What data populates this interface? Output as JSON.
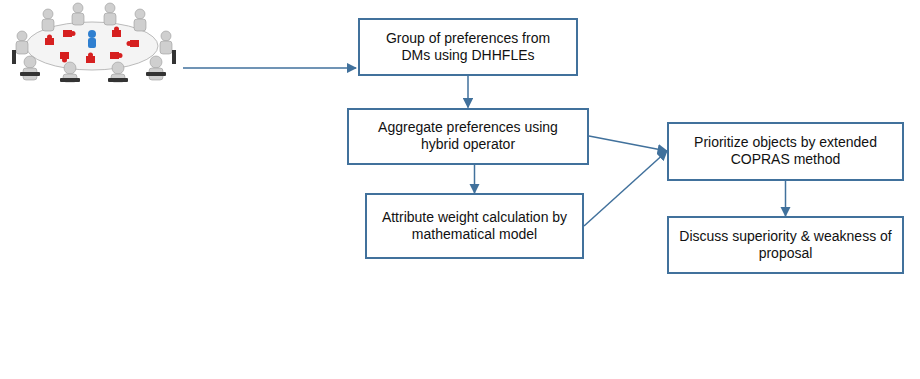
{
  "diagram": {
    "nodes": [
      {
        "text": [
          "Group of preferences from DMs using DHHFLEs"
        ]
      },
      {
        "text": [
          "Aggregate preferences using hybrid operator"
        ]
      },
      {
        "text": [
          "Attribute weight calculation by mathematical model"
        ]
      },
      {
        "text": [
          "Prioritize objects by extended COPRAS method"
        ]
      },
      {
        "text": [
          "Discuss superiority & weakness of proposal"
        ]
      }
    ],
    "edges": [
      {
        "from": 0,
        "to": 1,
        "arrow": "to"
      },
      {
        "from": 1,
        "to": 2,
        "arrow": "to"
      },
      {
        "from": 1,
        "to": 3,
        "arrow": "to"
      },
      {
        "from": 2,
        "to": 3,
        "arrow": "to"
      },
      {
        "from": 3,
        "to": 4,
        "arrow": "to"
      }
    ]
  }
}
